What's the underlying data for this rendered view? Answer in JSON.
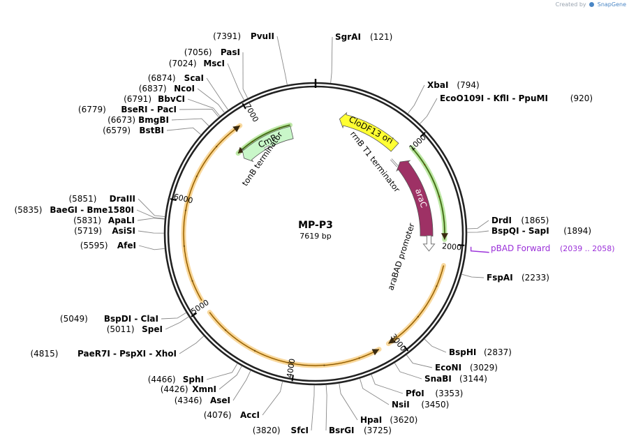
{
  "credit": {
    "prefix": "Created by",
    "brand": "SnapGene"
  },
  "plasmid": {
    "name": "MP-P3",
    "size_label": "7619 bp",
    "length": 7619
  },
  "backbone_ticks": [
    {
      "pos": 1000,
      "label": "1000"
    },
    {
      "pos": 2000,
      "label": "2000"
    },
    {
      "pos": 3000,
      "label": "3000"
    },
    {
      "pos": 4000,
      "label": "4000"
    },
    {
      "pos": 5000,
      "label": "5000"
    },
    {
      "pos": 6000,
      "label": "6000"
    },
    {
      "pos": 7000,
      "label": "7000"
    }
  ],
  "features": [
    {
      "name": "CmR",
      "kind": "cds",
      "start": 6700,
      "end": 7340,
      "strand": -1,
      "color": "#c9f7c9",
      "text_color": "#000000"
    },
    {
      "name": "CloDF13 ori",
      "kind": "origin",
      "start": 250,
      "end": 900,
      "strand": -1,
      "color": "#ffff33",
      "text_color": "#000000"
    },
    {
      "name": "araC",
      "kind": "cds",
      "start": 1050,
      "end": 1930,
      "strand": -1,
      "color": "#9e3165",
      "text_color": "#ffffff"
    },
    {
      "name": "rrnB T1 terminator",
      "kind": "terminator",
      "start": 960,
      "end": 1030,
      "strand": -1
    },
    {
      "name": "tonB terminator",
      "kind": "terminator",
      "start": 6960,
      "end": 7000,
      "strand": -1
    },
    {
      "name": "araBAD promoter",
      "kind": "promoter",
      "start": 1980,
      "end": 2260,
      "strand": -1
    }
  ],
  "orfs": [
    {
      "start": 2200,
      "end": 3100,
      "strand": 1
    },
    {
      "start": 3200,
      "end": 4940,
      "strand": -1
    },
    {
      "start": 5070,
      "end": 6880,
      "strand": 1
    },
    {
      "start": 6690,
      "end": 7340,
      "strand": -1
    },
    {
      "start": 1020,
      "end": 1960,
      "strand": 1
    }
  ],
  "primer": {
    "name": "pBAD Forward",
    "range": "(2039 .. 2058)",
    "pos": 2039,
    "color": "#9b30d9"
  },
  "sites": [
    {
      "name": "SgrAI",
      "pos": 121,
      "pos_label": "(121)",
      "side": "right",
      "line": 0
    },
    {
      "name": "XbaI",
      "pos": 794,
      "pos_label": "(794)",
      "side": "right",
      "line": 1
    },
    {
      "name": "EcoO109I - KflI - PpuMI",
      "pos": 920,
      "pos_label": "(920)",
      "side": "right",
      "line": 2
    },
    {
      "name": "DrdI",
      "pos": 1865,
      "pos_label": "(1865)",
      "side": "right",
      "line": 3
    },
    {
      "name": "BspQI - SapI",
      "pos": 1894,
      "pos_label": "(1894)",
      "side": "right",
      "line": 4
    },
    {
      "name": "FspAI",
      "pos": 2233,
      "pos_label": "(2233)",
      "side": "right",
      "line": 5
    },
    {
      "name": "BspHI",
      "pos": 2837,
      "pos_label": "(2837)",
      "side": "right",
      "line": 6
    },
    {
      "name": "EcoNI",
      "pos": 3029,
      "pos_label": "(3029)",
      "side": "right",
      "line": 7
    },
    {
      "name": "SnaBI",
      "pos": 3144,
      "pos_label": "(3144)",
      "side": "right",
      "line": 8
    },
    {
      "name": "PfoI",
      "pos": 3353,
      "pos_label": "(3353)",
      "side": "right",
      "line": 9
    },
    {
      "name": "NsiI",
      "pos": 3450,
      "pos_label": "(3450)",
      "side": "right",
      "line": 10
    },
    {
      "name": "HpaI",
      "pos": 3620,
      "pos_label": "(3620)",
      "side": "right",
      "line": 11
    },
    {
      "name": "BsrGI",
      "pos": 3725,
      "pos_label": "(3725)",
      "side": "right",
      "line": 12
    },
    {
      "name": "SfcI",
      "pos": 3820,
      "pos_label": "(3820)",
      "side": "left",
      "line": 13
    },
    {
      "name": "AccI",
      "pos": 4076,
      "pos_label": "(4076)",
      "side": "left",
      "line": 14
    },
    {
      "name": "AseI",
      "pos": 4346,
      "pos_label": "(4346)",
      "side": "left",
      "line": 15
    },
    {
      "name": "XmnI",
      "pos": 4426,
      "pos_label": "(4426)",
      "side": "left",
      "line": 16
    },
    {
      "name": "SphI",
      "pos": 4466,
      "pos_label": "(4466)",
      "side": "left",
      "line": 17
    },
    {
      "name": "PaeR7I - PspXI - XhoI",
      "pos": 4815,
      "pos_label": "(4815)",
      "side": "left",
      "line": 18
    },
    {
      "name": "SpeI",
      "pos": 5011,
      "pos_label": "(5011)",
      "side": "left",
      "line": 19
    },
    {
      "name": "BspDI - ClaI",
      "pos": 5049,
      "pos_label": "(5049)",
      "side": "left",
      "line": 20
    },
    {
      "name": "AfeI",
      "pos": 5595,
      "pos_label": "(5595)",
      "side": "left",
      "line": 21
    },
    {
      "name": "AsiSI",
      "pos": 5719,
      "pos_label": "(5719)",
      "side": "left",
      "line": 22
    },
    {
      "name": "ApaLI",
      "pos": 5831,
      "pos_label": "(5831)",
      "side": "left",
      "line": 23
    },
    {
      "name": "BaeGI - Bme1580I",
      "pos": 5835,
      "pos_label": "(5835)",
      "side": "left",
      "line": 24
    },
    {
      "name": "DraIII",
      "pos": 5851,
      "pos_label": "(5851)",
      "side": "left",
      "line": 25
    },
    {
      "name": "BstBI",
      "pos": 6579,
      "pos_label": "(6579)",
      "side": "left",
      "line": 26
    },
    {
      "name": "BmgBI",
      "pos": 6673,
      "pos_label": "(6673)",
      "side": "left",
      "line": 27
    },
    {
      "name": "BseRI - PacI",
      "pos": 6779,
      "pos_label": "(6779)",
      "side": "left",
      "line": 28
    },
    {
      "name": "BbvCI",
      "pos": 6791,
      "pos_label": "(6791)",
      "side": "left",
      "line": 29
    },
    {
      "name": "NcoI",
      "pos": 6837,
      "pos_label": "(6837)",
      "side": "left",
      "line": 30
    },
    {
      "name": "ScaI",
      "pos": 6874,
      "pos_label": "(6874)",
      "side": "left",
      "line": 31
    },
    {
      "name": "MscI",
      "pos": 7024,
      "pos_label": "(7024)",
      "side": "left",
      "line": 32
    },
    {
      "name": "PasI",
      "pos": 7056,
      "pos_label": "(7056)",
      "side": "left",
      "line": 33
    },
    {
      "name": "PvuII",
      "pos": 7391,
      "pos_label": "(7391)",
      "side": "left",
      "line": 34
    }
  ]
}
